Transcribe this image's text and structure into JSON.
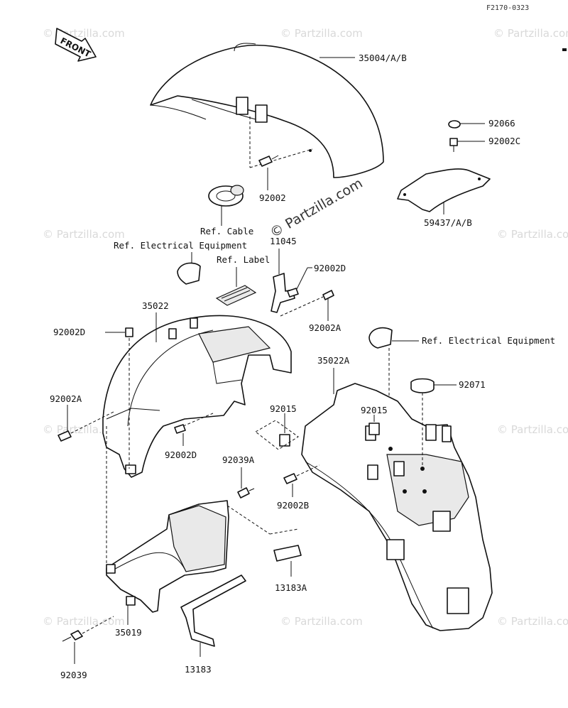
{
  "figure_code": "F2170-0323",
  "front_arrow_label": "FRONT",
  "watermark": "© Partzilla.com",
  "watermark_center": "© Partzilla.com",
  "callouts": {
    "front_fender": "35004/A/B",
    "bolt_92066": "92066",
    "bolt_92002c": "92002C",
    "bolt_92002": "92002",
    "ref_cable": "Ref. Cable",
    "flap_59437": "59437/A/B",
    "ref_electrical_1": "Ref. Electrical Equipment",
    "clamp_11045": "11045",
    "ref_label": "Ref. Label",
    "bolt_92002d_top": "92002D",
    "rear_fender_35022": "35022",
    "bolt_92002a_top": "92002A",
    "bolt_92002d_left": "92002D",
    "ref_electrical_2": "Ref. Electrical Equipment",
    "rear_fender_35022a": "35022A",
    "bolt_92002a_left": "92002A",
    "damper_92071": "92071",
    "nut_92015_a": "92015",
    "nut_92015_b": "92015",
    "bolt_92002d_mid": "92002D",
    "bolt_92039a": "92039A",
    "bolt_92002b": "92002B",
    "bracket_13183a": "13183A",
    "cover_35019": "35019",
    "bracket_13183": "13183",
    "bolt_92039": "92039"
  }
}
